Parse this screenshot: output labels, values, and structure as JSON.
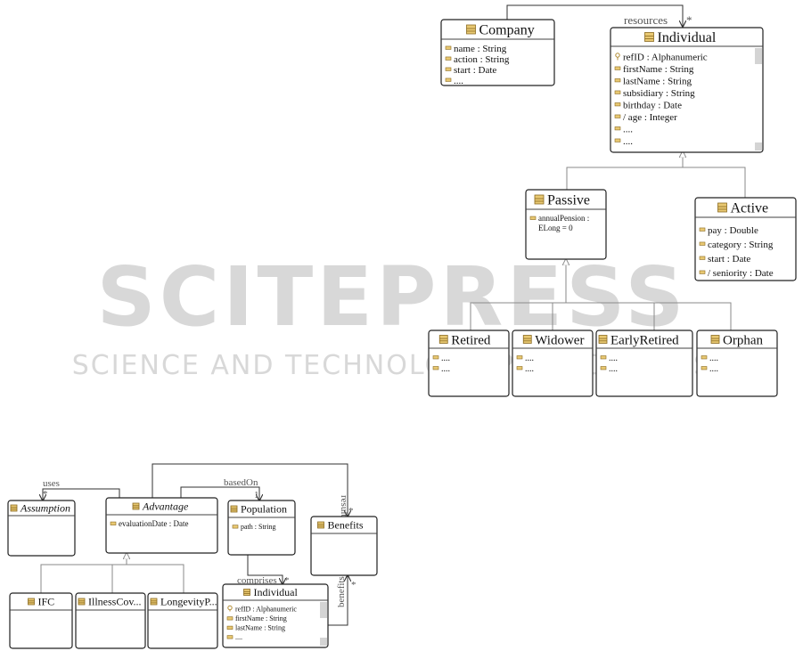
{
  "watermark": {
    "line1": "SCITEPRESS",
    "line2": "SCIENCE AND TECHNOLOGY PUBLICATIONS"
  },
  "colors": {
    "icon_fill": "#e8c872",
    "icon_stroke": "#8a6a20",
    "key_icon": "#b08a30",
    "watermark": "#d8d8d8",
    "scrollbar": "#d4d4d4"
  },
  "classes": {
    "company": {
      "name": "Company",
      "icon": "class-abstract-icon",
      "attributes": [
        "name : String",
        "action : String",
        "start : Date",
        "...."
      ]
    },
    "individual_top": {
      "name": "Individual",
      "icon": "class-icon",
      "attributes": [
        "refID : Alphanumeric",
        "firstName : String",
        "lastName : String",
        "subsidiary : String",
        "birthday : Date",
        "/ age : Integer",
        "....",
        "...."
      ]
    },
    "passive": {
      "name": "Passive",
      "icon": "class-icon",
      "attributes": [
        "annualPension :",
        "ELong = 0"
      ]
    },
    "active": {
      "name": "Active",
      "icon": "class-icon",
      "attributes": [
        "pay : Double",
        "category : String",
        "start : Date",
        "/ seniority : Date"
      ]
    },
    "retired": {
      "name": "Retired",
      "icon": "class-icon",
      "attributes": [
        "....",
        "...."
      ]
    },
    "widower": {
      "name": "Widower",
      "icon": "class-icon",
      "attributes": [
        "....",
        "...."
      ]
    },
    "earlyretired": {
      "name": "EarlyRetired",
      "icon": "class-icon",
      "attributes": [
        "....",
        "...."
      ]
    },
    "orphan": {
      "name": "Orphan",
      "icon": "class-icon",
      "attributes": [
        "....",
        "...."
      ]
    },
    "assumption": {
      "name": "Assumption",
      "icon": "class-abstract-icon",
      "attributes": []
    },
    "advantage": {
      "name": "Advantage",
      "icon": "class-abstract-icon",
      "attributes": [
        "evaluationDate : Date"
      ]
    },
    "population": {
      "name": "Population",
      "icon": "class-icon",
      "attributes": [
        "path : String"
      ]
    },
    "benefits": {
      "name": "Benefits",
      "icon": "class-icon",
      "attributes": []
    },
    "individual_bottom": {
      "name": "Individual",
      "icon": "class-icon",
      "attributes": [
        "refID : Alphanumeric",
        "firstName : String",
        "lastName : String",
        "...."
      ]
    },
    "ifc": {
      "name": "IFC",
      "icon": "class-icon",
      "attributes": []
    },
    "illnesscov": {
      "name": "IllnessCov...",
      "icon": "class-icon",
      "attributes": []
    },
    "longevityp": {
      "name": "LongevityP...",
      "icon": "class-icon",
      "attributes": []
    }
  },
  "associations": {
    "resources": {
      "label": "resources",
      "multiplicity": "*"
    },
    "uses": {
      "label": "uses",
      "multiplicity": "*"
    },
    "basedOn": {
      "label": "basedOn",
      "multiplicity": "1"
    },
    "results": {
      "label": "results",
      "multiplicity": "*"
    },
    "comprises": {
      "label": "comprises",
      "multiplicity": "*"
    },
    "benefits": {
      "label": "benefits",
      "multiplicity": "*"
    }
  }
}
